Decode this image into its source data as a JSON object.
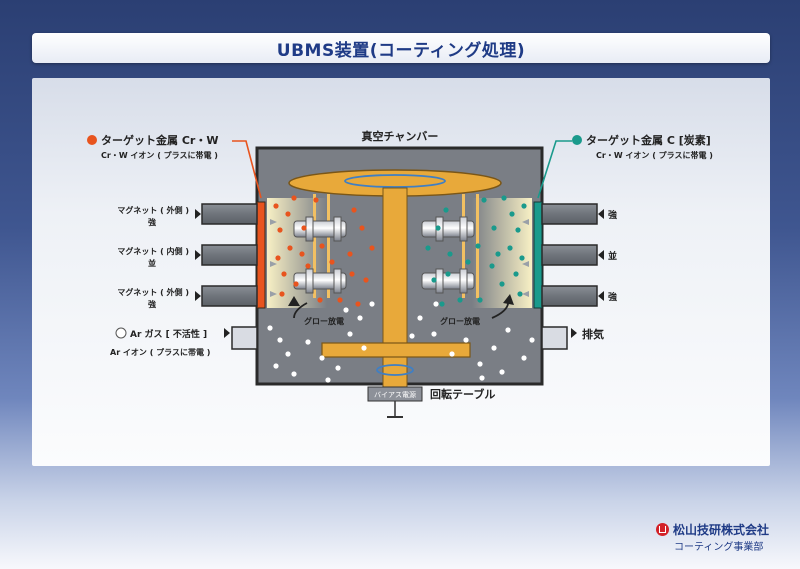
{
  "title": "UBMS装置(コーティング処理)",
  "chamber_label": "真空チャンバー",
  "target_left": {
    "title": "ターゲット金属 Cr・W",
    "sub": "Cr・W イオン ( プラスに帯電 )",
    "color": "#e8541e"
  },
  "target_right": {
    "title": "ターゲット金属 C [炭素]",
    "sub": "Cr・W イオン ( プラスに帯電 )",
    "color": "#1a9a8c"
  },
  "magnets_left": [
    {
      "label": "マグネット ( 外側 )",
      "strength": "強"
    },
    {
      "label": "マグネット ( 内側 )",
      "strength": "並"
    },
    {
      "label": "マグネット ( 外側 )",
      "strength": "強"
    }
  ],
  "magnets_right": [
    "強",
    "並",
    "強"
  ],
  "gas": {
    "title": "Ar ガス [ 不活性 ]",
    "sub": "Ar イオン ( プラスに帯電 )"
  },
  "exhaust": "排気",
  "glow_left": "グロー放電",
  "glow_right": "グロー放電",
  "bias": "バイアス電源",
  "rotating_table": "回転テーブル",
  "company": "松山技研株式会社",
  "department": "コーティング事業部",
  "colors": {
    "title_text": "#1f3b86",
    "orange": "#e8541e",
    "teal": "#1a9a8c",
    "gold": "#e8a93a"
  }
}
